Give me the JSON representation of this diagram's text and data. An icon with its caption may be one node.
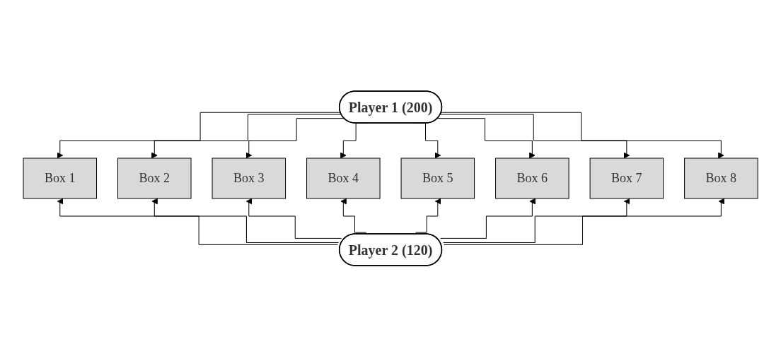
{
  "diagram": {
    "nodes": [
      {
        "text": [
          "Player 1 (200)"
        ]
      },
      {
        "text": [
          "Box 1"
        ]
      },
      {
        "text": [
          "Box 2"
        ]
      },
      {
        "text": [
          "Box 3"
        ]
      },
      {
        "text": [
          "Box 4"
        ]
      },
      {
        "text": [
          "Box 5"
        ]
      },
      {
        "text": [
          "Box 6"
        ]
      },
      {
        "text": [
          "Box 7"
        ]
      },
      {
        "text": [
          "Box 8"
        ]
      },
      {
        "text": [
          "Player 2 (120)"
        ]
      }
    ],
    "edges": [
      {
        "from": 0,
        "to": 1,
        "arrow": "to"
      },
      {
        "from": 0,
        "to": 2,
        "arrow": "to"
      },
      {
        "from": 0,
        "to": 3,
        "arrow": "to"
      },
      {
        "from": 0,
        "to": 4,
        "arrow": "to"
      },
      {
        "from": 0,
        "to": 5,
        "arrow": "to"
      },
      {
        "from": 0,
        "to": 6,
        "arrow": "to"
      },
      {
        "from": 0,
        "to": 7,
        "arrow": "to"
      },
      {
        "from": 0,
        "to": 8,
        "arrow": "to"
      },
      {
        "from": 9,
        "to": 1,
        "arrow": "to"
      },
      {
        "from": 9,
        "to": 2,
        "arrow": "to"
      },
      {
        "from": 9,
        "to": 3,
        "arrow": "to"
      },
      {
        "from": 9,
        "to": 4,
        "arrow": "to"
      },
      {
        "from": 9,
        "to": 5,
        "arrow": "to"
      },
      {
        "from": 9,
        "to": 6,
        "arrow": "to"
      },
      {
        "from": 9,
        "to": 7,
        "arrow": "to"
      },
      {
        "from": 9,
        "to": 8,
        "arrow": "to"
      }
    ]
  }
}
